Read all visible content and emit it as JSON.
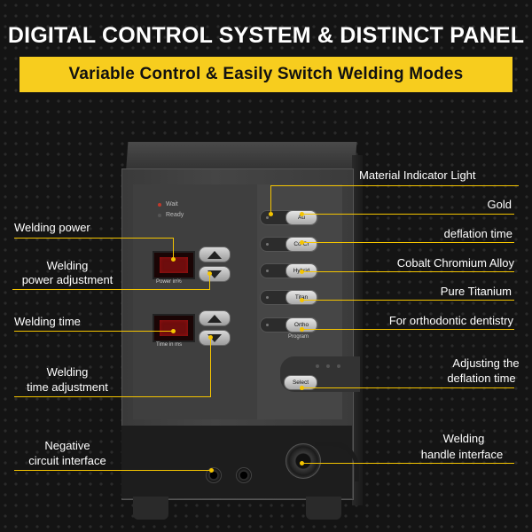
{
  "header": {
    "title": "DIGITAL CONTROL SYSTEM & DISTINCT PANEL",
    "subtitle": "Variable Control & Easily Switch Welding Modes"
  },
  "panel": {
    "status": {
      "wait": "Wait",
      "ready": "Ready"
    },
    "power_display_label": "Power in%",
    "time_display_label": "Time in ms",
    "modes": [
      "Au",
      "Co-Cr",
      "Hybrid",
      "Titan",
      "Ortho"
    ],
    "program_label": "Program",
    "select_label": "Select"
  },
  "callouts": {
    "left": {
      "welding_power": "Welding power",
      "power_adjustment_1": "Welding",
      "power_adjustment_2": "power adjustment",
      "welding_time": "Welding time",
      "time_adjustment_1": "Welding",
      "time_adjustment_2": "time adjustment",
      "negative_1": "Negative",
      "negative_2": "circuit interface"
    },
    "right": {
      "material_indicator": "Material Indicator Light",
      "gold": "Gold",
      "deflation_time": "deflation time",
      "cobalt": "Cobalt Chromium Alloy",
      "titanium": "Pure Titanium",
      "ortho": "For orthodontic dentistry",
      "adjusting_1": "Adjusting the",
      "adjusting_2": "deflation time",
      "handle_1": "Welding",
      "handle_2": "handle interface"
    }
  },
  "colors": {
    "accent": "#f4c400",
    "banner": "#f7cd1e",
    "wait_led": "#c0392b",
    "ready_led": "#555555"
  }
}
